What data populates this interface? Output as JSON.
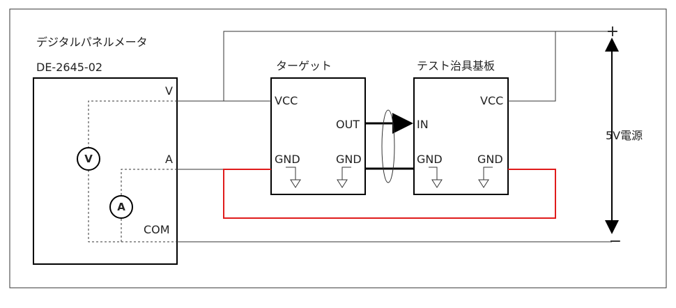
{
  "panel_meter": {
    "name": "デジタルパネルメータ",
    "model": "DE-2645-02",
    "pins": {
      "v": "V",
      "a": "A",
      "com": "COM"
    },
    "voltmeter_symbol": "V",
    "ammeter_symbol": "A"
  },
  "target": {
    "title": "ターゲット",
    "pins": {
      "vcc": "VCC",
      "out": "OUT",
      "gnd_left": "GND",
      "gnd_right": "GND"
    }
  },
  "fixture": {
    "title": "テスト治具基板",
    "pins": {
      "in": "IN",
      "vcc": "VCC",
      "gnd_left": "GND",
      "gnd_right": "GND"
    }
  },
  "power_supply": {
    "label": "5V電源",
    "plus": "+",
    "minus": "−"
  },
  "colors": {
    "wire": "#333333",
    "gnd_loop": "#e01b1b",
    "bus": "#000000"
  }
}
